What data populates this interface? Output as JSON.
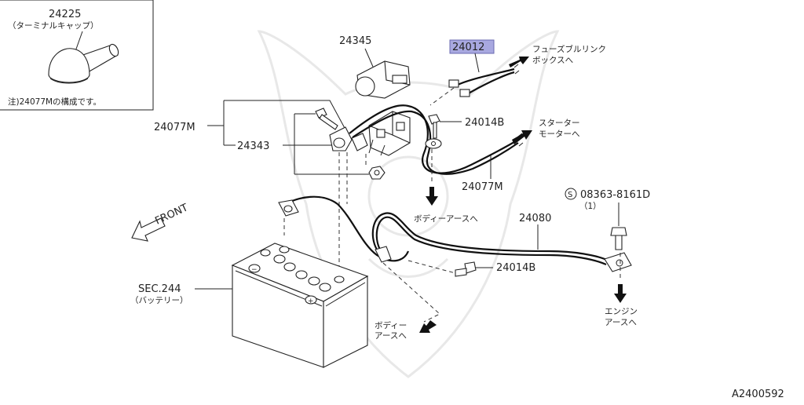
{
  "diagram": {
    "id_code": "A2400592",
    "highlight_color": "#a8a8e0",
    "inset": {
      "part_number": "24225",
      "part_name": "（ターミナルキャップ）",
      "note": "注)24077Mの構成です。"
    },
    "labels": {
      "p24345": "24345",
      "p24012": "24012",
      "fuse_link_1": "フューズブルリンク",
      "fuse_link_2": "ボックスへ",
      "p24077m_left": "24077M",
      "p24343": "24343",
      "p24014b_top": "24014B",
      "starter_1": "スターター",
      "starter_2": "モーターへ",
      "p24077m_right": "24077M",
      "bolt_code": "08363-8161D",
      "bolt_qty": "（1）",
      "body_earth_top": "ボディーアースへ",
      "p24080": "24080",
      "front": "FRONT",
      "p24014b_bottom": "24014B",
      "sec244": "SEC.244",
      "battery": "（バッテリー）",
      "engine_earth_1": "エンジン",
      "engine_earth_2": "アースへ",
      "body_earth_bot_1": "ボディー",
      "body_earth_bot_2": "アースへ"
    }
  }
}
